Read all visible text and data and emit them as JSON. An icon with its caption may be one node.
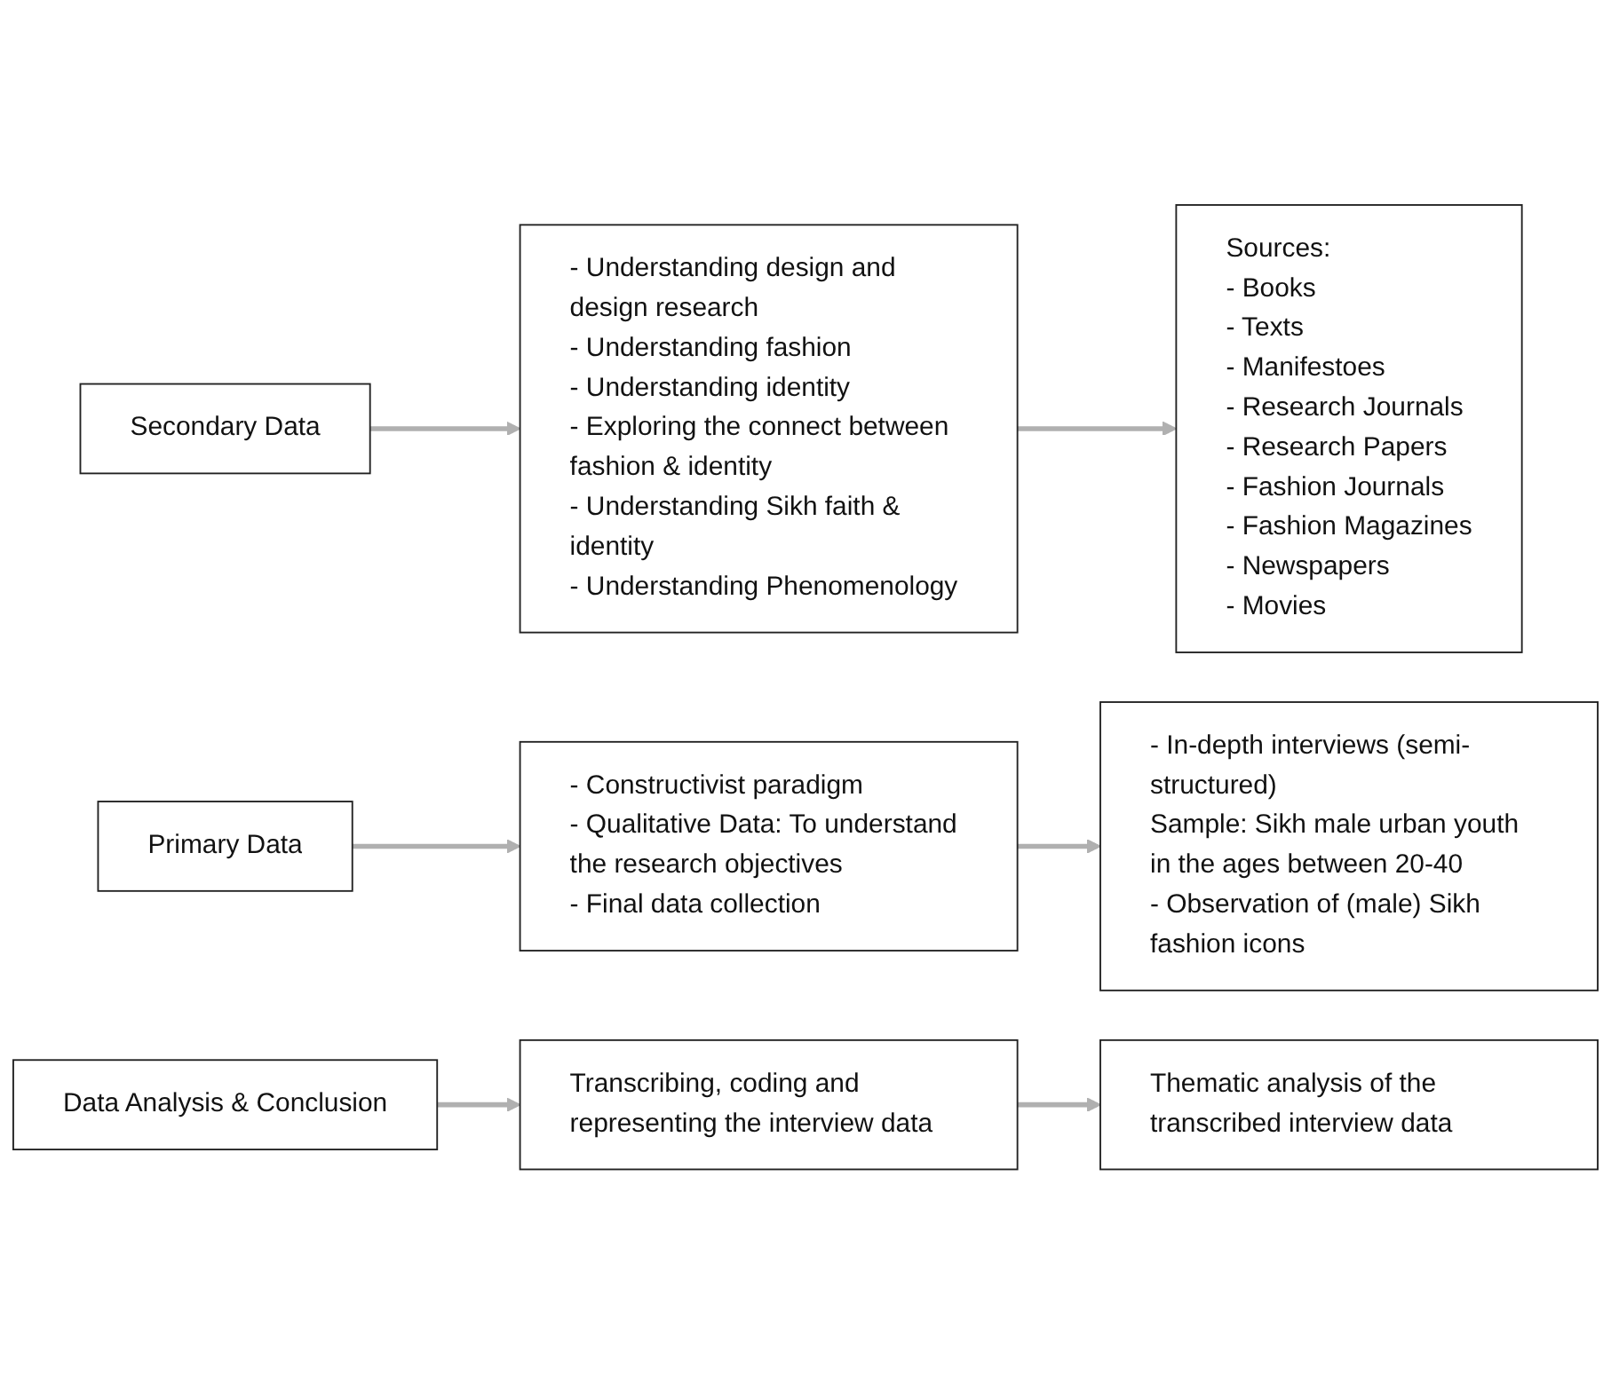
{
  "diagram": {
    "nodes": [
      {
        "text": [
          "Secondary Data"
        ]
      },
      {
        "text": [
          "- Understanding design and design research",
          "- Understanding fashion",
          "- Understanding identity",
          "- Exploring the connect between fashion & identity",
          "- Understanding Sikh faith & identity",
          "- Understanding Phenomenology"
        ]
      },
      {
        "text": [
          "Sources:",
          "- Books",
          "- Texts",
          "- Manifestoes",
          "- Research Journals",
          "- Research Papers",
          "- Fashion Journals",
          "- Fashion Magazines",
          "- Newspapers",
          "- Movies"
        ]
      },
      {
        "text": [
          "Primary Data"
        ]
      },
      {
        "text": [
          "- Constructivist paradigm",
          "- Qualitative Data: To understand the research objectives",
          "- Final data collection"
        ]
      },
      {
        "text": [
          "- In-depth interviews (semi-structured)",
          "Sample: Sikh male urban youth in the ages between 20-40",
          "- Observation of (male) Sikh fashion icons"
        ]
      },
      {
        "text": [
          "Data Analysis & Conclusion"
        ]
      },
      {
        "text": [
          "Transcribing, coding and representing the interview data"
        ]
      },
      {
        "text": [
          "Thematic analysis of the transcribed interview data"
        ]
      }
    ],
    "edges": [
      {
        "from": 0,
        "to": 1,
        "arrow": "to"
      },
      {
        "from": 1,
        "to": 2,
        "arrow": "to"
      },
      {
        "from": 3,
        "to": 4,
        "arrow": "to"
      },
      {
        "from": 4,
        "to": 5,
        "arrow": "to"
      },
      {
        "from": 6,
        "to": 7,
        "arrow": "to"
      },
      {
        "from": 7,
        "to": 8,
        "arrow": "to"
      }
    ]
  }
}
